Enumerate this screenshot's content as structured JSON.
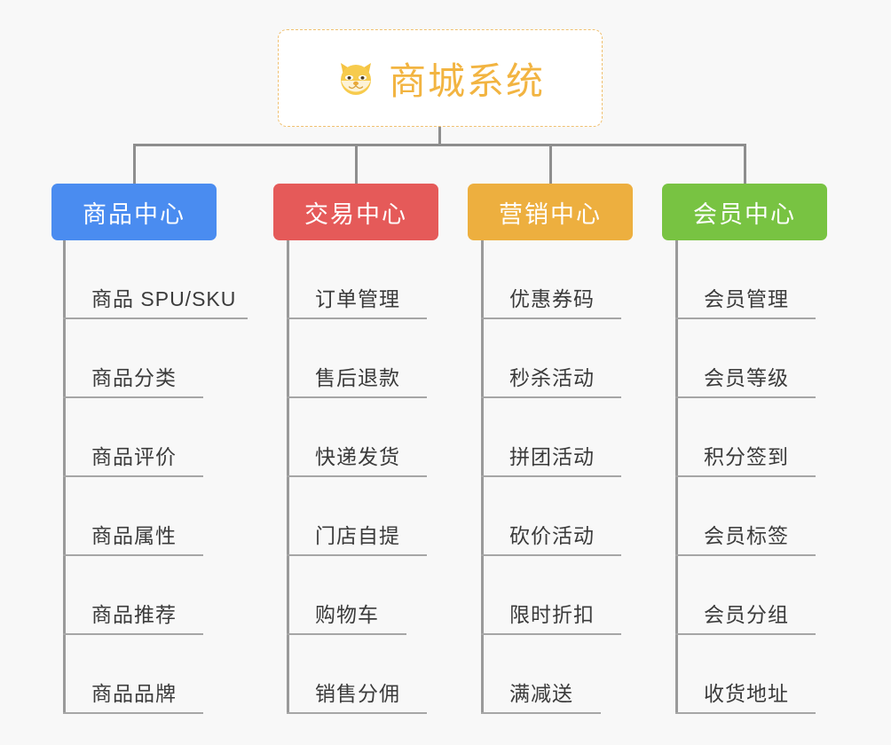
{
  "diagram": {
    "title": "商城系统",
    "type": "mind-map",
    "background_color": "#f8f8f8",
    "connector_color": "#8e8e8e",
    "root": {
      "label": "商城系统",
      "icon": "shiba-dog-face-emoji",
      "icon_glyph": "🐶",
      "text_color": "#f2b441",
      "border_color": "#f0c070",
      "background_color": "#ffffff"
    },
    "branches": [
      {
        "label": "商品中心",
        "color": "#4a8cf0",
        "items": [
          "商品 SPU/SKU",
          "商品分类",
          "商品评价",
          "商品属性",
          "商品推荐",
          "商品品牌"
        ]
      },
      {
        "label": "交易中心",
        "color": "#e55a59",
        "items": [
          "订单管理",
          "售后退款",
          "快递发货",
          "门店自提",
          "购物车",
          "销售分佣"
        ]
      },
      {
        "label": "营销中心",
        "color": "#edaf3f",
        "items": [
          "优惠券码",
          "秒杀活动",
          "拼团活动",
          "砍价活动",
          "限时折扣",
          "满减送"
        ]
      },
      {
        "label": "会员中心",
        "color": "#78c342",
        "items": [
          "会员管理",
          "会员等级",
          "积分签到",
          "会员标签",
          "会员分组",
          "收货地址"
        ]
      }
    ]
  }
}
